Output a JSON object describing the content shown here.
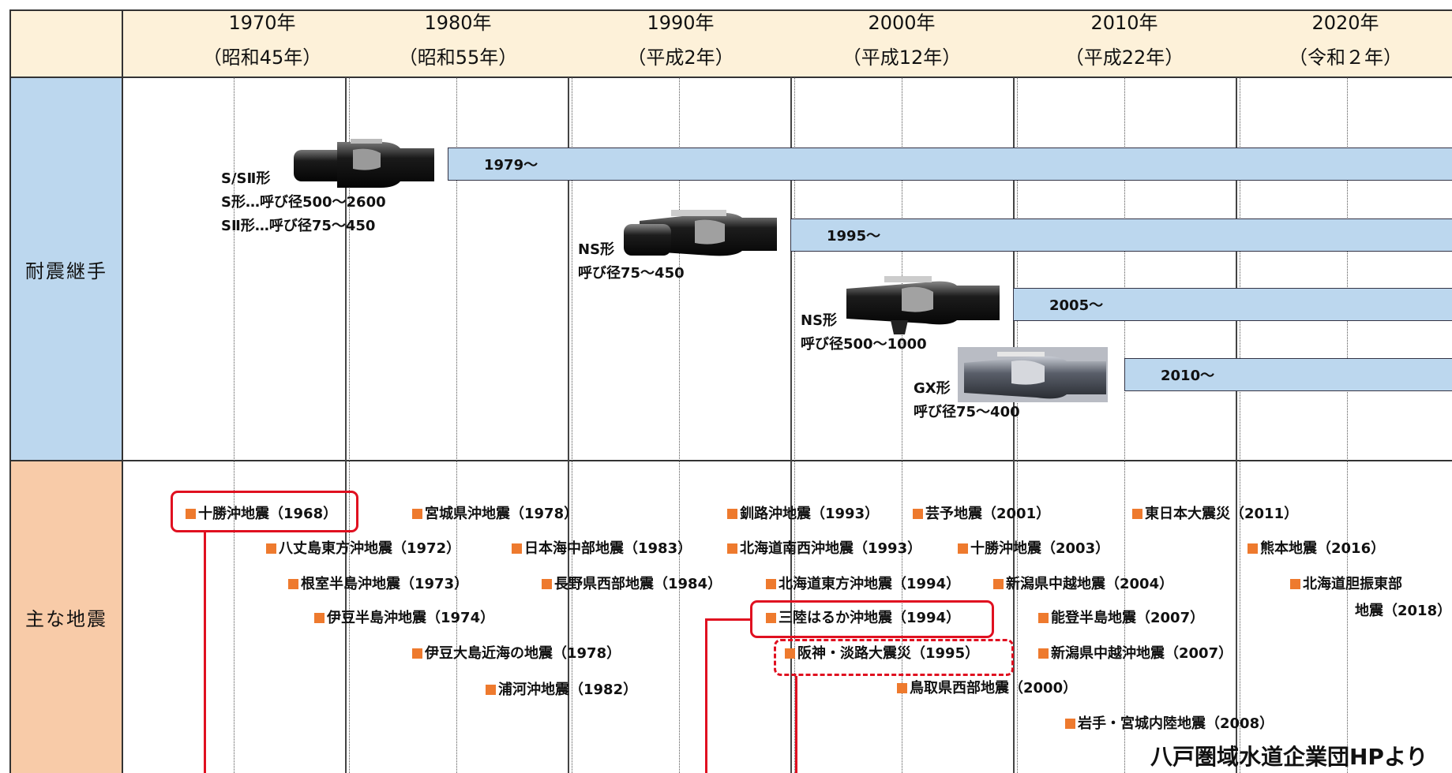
{
  "header": {
    "years": [
      {
        "year": "1970年",
        "era": "（昭和45年）"
      },
      {
        "year": "1980年",
        "era": "（昭和55年）"
      },
      {
        "year": "1990年",
        "era": "（平成2年）"
      },
      {
        "year": "2000年",
        "era": "（平成12年）"
      },
      {
        "year": "2010年",
        "era": "（平成22年）"
      },
      {
        "year": "2020年",
        "era": "（令和２年）"
      }
    ]
  },
  "rows": {
    "joints_label": "耐震継手",
    "quakes_label": "主な地震"
  },
  "joints": [
    {
      "lines": [
        "S/SⅡ形",
        "S形…呼び径500～2600",
        "SⅡ形…呼び径75～450"
      ],
      "start_label": "1979～",
      "start_year": 1979
    },
    {
      "lines": [
        "NS形",
        "呼び径75～450"
      ],
      "start_label": "1995～",
      "start_year": 1995
    },
    {
      "lines": [
        "NS形",
        "呼び径500～1000"
      ],
      "start_label": "2005～",
      "start_year": 2005
    },
    {
      "lines": [
        "GX形",
        "呼び径75～400"
      ],
      "start_label": "2010～",
      "start_year": 2010
    }
  ],
  "earthquakes": [
    "十勝沖地震（1968）",
    "宮城県沖地震（1978）",
    "釧路沖地震（1993）",
    "芸予地震（2001）",
    "東日本大震災（2011）",
    "八丈島東方沖地震（1972）",
    "日本海中部地震（1983）",
    "北海道南西沖地震（1993）",
    "十勝沖地震（2003）",
    "熊本地震（2016）",
    "根室半島沖地震（1973）",
    "長野県西部地震（1984）",
    "北海道東方沖地震（1994）",
    "新潟県中越地震（2004）",
    "北海道胆振東部",
    "地震（2018）",
    "伊豆半島沖地震（1974）",
    "三陸はるか沖地震（1994）",
    "能登半島地震（2007）",
    "伊豆大島近海の地震（1978）",
    "阪神・淡路大震災（1995）",
    "新潟県中越沖地震（2007）",
    "浦河沖地震（1982）",
    "鳥取県西部地震（2000）",
    "岩手・宮城内陸地震（2008）"
  ],
  "credit": "八戸圏域水道企業団HPより",
  "colors": {
    "header_bg": "#fdf1d9",
    "joints_bg": "#bcd7ee",
    "quakes_bg": "#f8cba8",
    "bar": "#bcd7ee",
    "marker": "#ee7a2e",
    "highlight": "#e01020"
  }
}
